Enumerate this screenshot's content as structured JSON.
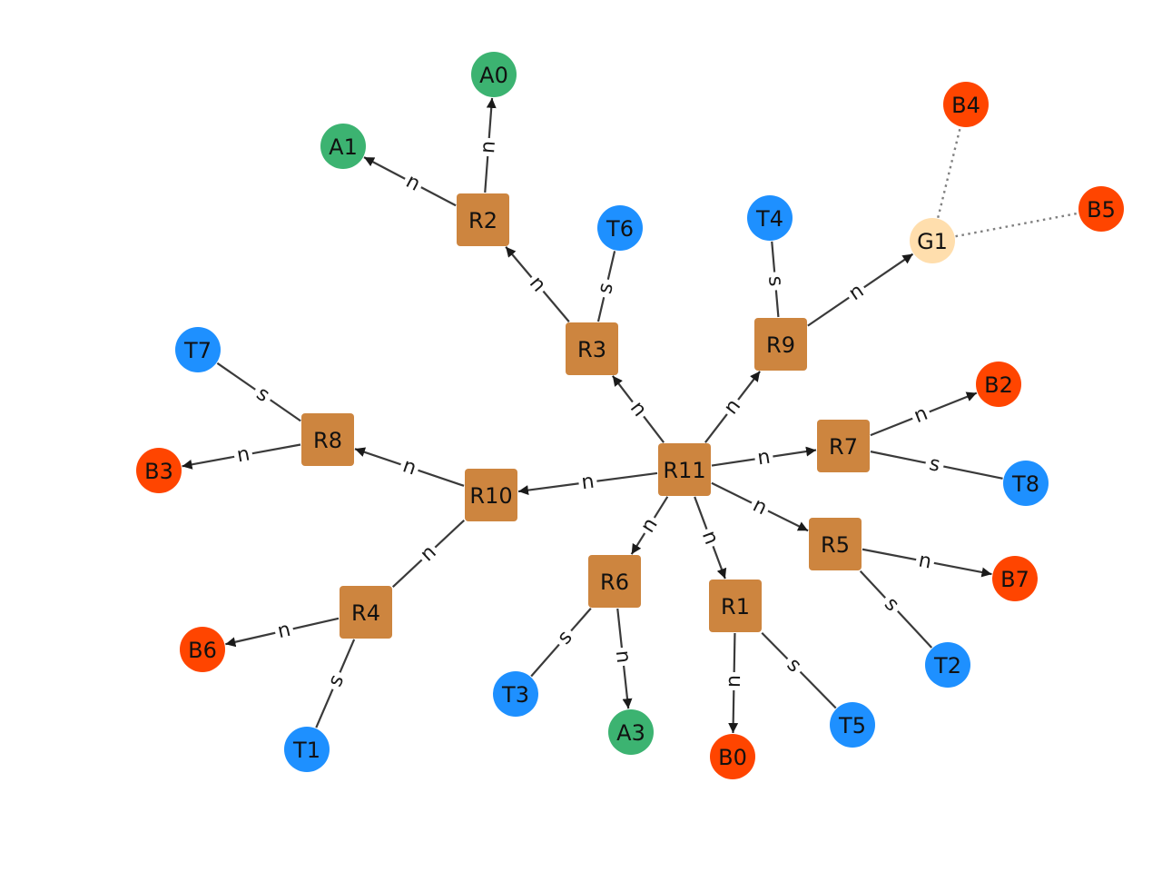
{
  "colors": {
    "room": "#CD853F",
    "agent": "#3CB371",
    "target": "#1E90FF",
    "blocker": "#FF4500",
    "goal": "#FFDEAD",
    "edge": "#3a3a3a",
    "dotted_edge": "#808080"
  },
  "nodes": [
    {
      "id": "R11",
      "label": "R11",
      "kind": "room"
    },
    {
      "id": "R10",
      "label": "R10",
      "kind": "room"
    },
    {
      "id": "R9",
      "label": "R9",
      "kind": "room"
    },
    {
      "id": "R8",
      "label": "R8",
      "kind": "room"
    },
    {
      "id": "R7",
      "label": "R7",
      "kind": "room"
    },
    {
      "id": "R6",
      "label": "R6",
      "kind": "room"
    },
    {
      "id": "R5",
      "label": "R5",
      "kind": "room"
    },
    {
      "id": "R4",
      "label": "R4",
      "kind": "room"
    },
    {
      "id": "R3",
      "label": "R3",
      "kind": "room"
    },
    {
      "id": "R2",
      "label": "R2",
      "kind": "room"
    },
    {
      "id": "R1",
      "label": "R1",
      "kind": "room"
    },
    {
      "id": "A0",
      "label": "A0",
      "kind": "agent"
    },
    {
      "id": "A1",
      "label": "A1",
      "kind": "agent"
    },
    {
      "id": "A3",
      "label": "A3",
      "kind": "agent"
    },
    {
      "id": "T1",
      "label": "T1",
      "kind": "target"
    },
    {
      "id": "T2",
      "label": "T2",
      "kind": "target"
    },
    {
      "id": "T3",
      "label": "T3",
      "kind": "target"
    },
    {
      "id": "T4",
      "label": "T4",
      "kind": "target"
    },
    {
      "id": "T5",
      "label": "T5",
      "kind": "target"
    },
    {
      "id": "T6",
      "label": "T6",
      "kind": "target"
    },
    {
      "id": "T7",
      "label": "T7",
      "kind": "target"
    },
    {
      "id": "T8",
      "label": "T8",
      "kind": "target"
    },
    {
      "id": "B0",
      "label": "B0",
      "kind": "blocker"
    },
    {
      "id": "B2",
      "label": "B2",
      "kind": "blocker"
    },
    {
      "id": "B3",
      "label": "B3",
      "kind": "blocker"
    },
    {
      "id": "B4",
      "label": "B4",
      "kind": "blocker"
    },
    {
      "id": "B5",
      "label": "B5",
      "kind": "blocker"
    },
    {
      "id": "B6",
      "label": "B6",
      "kind": "blocker"
    },
    {
      "id": "B7",
      "label": "B7",
      "kind": "blocker"
    },
    {
      "id": "G1",
      "label": "G1",
      "kind": "goal"
    }
  ],
  "edges": [
    {
      "from": "R11",
      "to": "R10",
      "label": "n",
      "style": "arrow"
    },
    {
      "from": "R11",
      "to": "R3",
      "label": "n",
      "style": "arrow"
    },
    {
      "from": "R11",
      "to": "R9",
      "label": "n",
      "style": "arrow"
    },
    {
      "from": "R11",
      "to": "R7",
      "label": "n",
      "style": "arrow"
    },
    {
      "from": "R11",
      "to": "R5",
      "label": "n",
      "style": "arrow"
    },
    {
      "from": "R11",
      "to": "R1",
      "label": "n",
      "style": "arrow"
    },
    {
      "from": "R11",
      "to": "R6",
      "label": "n",
      "style": "arrow"
    },
    {
      "from": "R10",
      "to": "R8",
      "label": "n",
      "style": "arrow"
    },
    {
      "from": "R10",
      "to": "R4",
      "label": "n",
      "style": "line"
    },
    {
      "from": "R3",
      "to": "R2",
      "label": "n",
      "style": "arrow"
    },
    {
      "from": "R3",
      "to": "T6",
      "label": "s",
      "style": "line"
    },
    {
      "from": "R2",
      "to": "A0",
      "label": "n",
      "style": "arrow"
    },
    {
      "from": "R2",
      "to": "A1",
      "label": "n",
      "style": "arrow"
    },
    {
      "from": "R9",
      "to": "T4",
      "label": "s",
      "style": "line"
    },
    {
      "from": "R9",
      "to": "G1",
      "label": "n",
      "style": "arrow"
    },
    {
      "from": "G1",
      "to": "B4",
      "label": "",
      "style": "dotted"
    },
    {
      "from": "G1",
      "to": "B5",
      "label": "",
      "style": "dotted"
    },
    {
      "from": "R7",
      "to": "B2",
      "label": "n",
      "style": "arrow"
    },
    {
      "from": "R7",
      "to": "T8",
      "label": "s",
      "style": "line"
    },
    {
      "from": "R8",
      "to": "T7",
      "label": "s",
      "style": "line"
    },
    {
      "from": "R8",
      "to": "B3",
      "label": "n",
      "style": "arrow"
    },
    {
      "from": "R5",
      "to": "B7",
      "label": "n",
      "style": "arrow"
    },
    {
      "from": "R5",
      "to": "T2",
      "label": "s",
      "style": "line"
    },
    {
      "from": "R4",
      "to": "B6",
      "label": "n",
      "style": "arrow"
    },
    {
      "from": "R4",
      "to": "T1",
      "label": "s",
      "style": "line"
    },
    {
      "from": "R6",
      "to": "T3",
      "label": "s",
      "style": "line"
    },
    {
      "from": "R6",
      "to": "A3",
      "label": "n",
      "style": "arrow"
    },
    {
      "from": "R1",
      "to": "B0",
      "label": "n",
      "style": "arrow"
    },
    {
      "from": "R1",
      "to": "T5",
      "label": "s",
      "style": "line"
    }
  ]
}
